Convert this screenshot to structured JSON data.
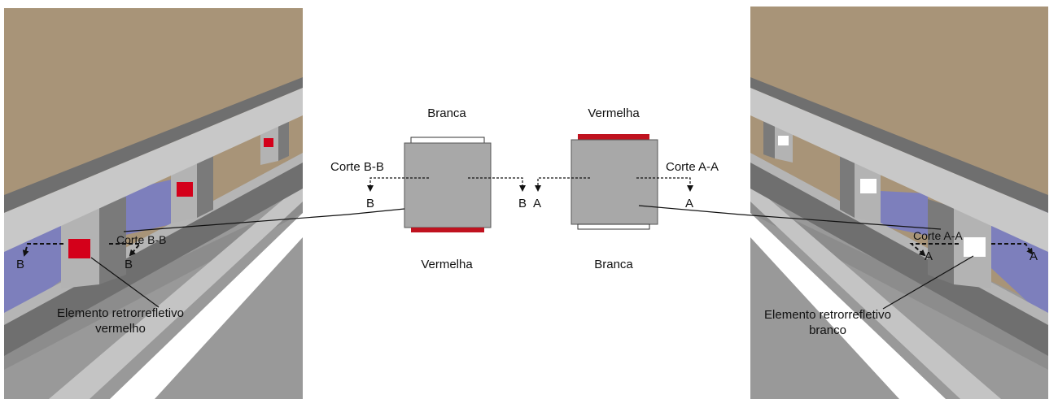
{
  "left_scene": {
    "section_label": "Corte B-B",
    "section_marks": [
      "B",
      "B"
    ],
    "element_label_line1": "Elemento retrorrefletivo",
    "element_label_line2": "vermelho"
  },
  "left_detail": {
    "top_label": "Branca",
    "bottom_label": "Vermelha",
    "section_label": "Corte B-B",
    "section_marks": [
      "B",
      "B"
    ]
  },
  "right_detail": {
    "top_label": "Vermelha",
    "bottom_label": "Branca",
    "section_label": "Corte A-A",
    "section_marks": [
      "A",
      "A"
    ]
  },
  "right_scene": {
    "section_label": "Corte A-A",
    "section_marks": [
      "A",
      "A"
    ],
    "element_label_line1": "Elemento retrorrefletivo",
    "element_label_line2": "branco"
  },
  "colors": {
    "sky": "#a89478",
    "road": "#999999",
    "barrier_light": "#c8c8c8",
    "barrier_dark": "#6f6f6f",
    "pier": "#b3b3b3",
    "blue_panel": "#7d7fbc",
    "reflector_red": "#d4001a",
    "reflector_white": "#ffffff",
    "block": "#a8a8a8",
    "strip_red": "#c0121f"
  }
}
